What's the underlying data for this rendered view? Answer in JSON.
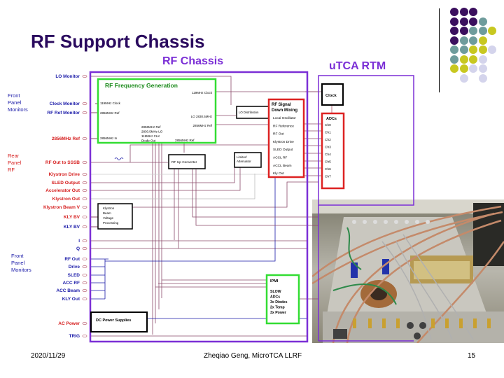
{
  "slide": {
    "title": "RF Support Chassis",
    "footer": {
      "date": "2020/11/29",
      "center": "Zheqiao Geng, MicroTCA LLRF",
      "page": "15"
    }
  },
  "colors": {
    "title": "#2a0a5e",
    "chassis_border": "#7b2fd6",
    "green_block": "#33dd33",
    "red_block": "#dd2222",
    "signal_line": "#8a4a6a",
    "blue_label": "#1a1aa8",
    "red_label": "#d62020"
  },
  "decoration": {
    "dot_grid_rows": [
      [
        "purple",
        "purple",
        "purple"
      ],
      [
        "purple",
        "purple",
        "purple",
        "teal"
      ],
      [
        "purple",
        "purple",
        "teal",
        "teal",
        "yellow"
      ],
      [
        "purple",
        "teal",
        "teal",
        "yellow"
      ],
      [
        "teal",
        "teal",
        "yellow",
        "yellow",
        "lavender"
      ],
      [
        "teal",
        "yellow",
        "yellow",
        "lavender"
      ],
      [
        "yellow",
        "yellow",
        "lavender",
        "lavender"
      ],
      [
        "",
        "lavender",
        "",
        "lavender"
      ]
    ]
  },
  "diagram": {
    "rf_chassis_title": "RF Chassis",
    "utca_title": "uTCA RTM",
    "group_labels": {
      "front_panel_monitors_top": [
        "Front",
        "Panel",
        "Monitors"
      ],
      "rear_panel_rf": [
        "Rear",
        "Panel",
        "RF"
      ],
      "front_panel_monitors_bottom": [
        "Front",
        "Panel",
        "Monitors"
      ]
    },
    "ports": [
      {
        "label": "LO Monitor",
        "color": "blue"
      },
      {
        "label": "Clock Monitor",
        "color": "blue"
      },
      {
        "label": "RF Ref Monitor",
        "color": "blue"
      },
      {
        "label": "2856MHz Ref",
        "color": "red"
      },
      {
        "label": "RF Out to SSSB",
        "color": "red"
      },
      {
        "label": "Klystron Drive",
        "color": "red"
      },
      {
        "label": "SLED Output",
        "color": "red"
      },
      {
        "label": "Accelerator Out",
        "color": "red"
      },
      {
        "label": "Klystron Out",
        "color": "red"
      },
      {
        "label": "Klystron Beam V",
        "color": "red"
      },
      {
        "label": "KLY BV",
        "color": "red"
      },
      {
        "label": "KLY BV",
        "color": "blue"
      },
      {
        "label": "I",
        "color": "blue"
      },
      {
        "label": "Q",
        "color": "blue"
      },
      {
        "label": "RF Out",
        "color": "blue"
      },
      {
        "label": "Drive",
        "color": "blue"
      },
      {
        "label": "SLED",
        "color": "blue"
      },
      {
        "label": "ACC RF",
        "color": "blue"
      },
      {
        "label": "ACC Beam",
        "color": "blue"
      },
      {
        "label": "KLY Out",
        "color": "blue"
      },
      {
        "label": "AC Power",
        "color": "red"
      },
      {
        "label": "TRIG",
        "color": "blue"
      }
    ],
    "rf_freq_gen": {
      "title": "RF Frequency Generation",
      "inputs": [
        "119MHz Clock",
        "2856MHz Ref",
        "2856MHz In"
      ],
      "outputs_right": [
        "119MHz Clock",
        "LO 2830.5MHz",
        "2856MHz Ref"
      ],
      "outputs_bottom": [
        "2856MHz Ref",
        "2830.5MHz LO",
        "119MHz CLK",
        "Diode Out"
      ],
      "output_bottom_right": "2856MHz Ref"
    },
    "lo_distribution": "LO Distribution",
    "rf_down_mixing": {
      "title_line1": "RF Signal",
      "title_line2": "Down Mixing",
      "items": [
        "Local Oscillator",
        "RF Reference",
        "RF Out",
        "Klystron Drive",
        "SLED Output",
        "ACCL RF",
        "ACCL Beam",
        "Kly Out"
      ]
    },
    "rf_up_converter": "RF Up Converter",
    "limiter_attenuator": [
      "Limiter/",
      "Attenuator"
    ],
    "klystron_bv_processing": [
      "Klystron",
      "Beam",
      "Voltage",
      "Processing"
    ],
    "ipmi_block": {
      "title": "IPMI",
      "items": [
        "SLOW",
        "ADCs",
        "3x Diodes",
        "2x Temp",
        "3x Power"
      ]
    },
    "dc_power_supplies": "DC Power Supplies",
    "utca_clock": "Clock",
    "adcs": {
      "title": "ADCs",
      "channels": [
        "Ch0",
        "Ch1",
        "Ch2",
        "Ch3",
        "Ch4",
        "Ch5",
        "Ch6",
        "Ch7"
      ]
    }
  },
  "photo": {
    "description": "Photo of RF support chassis interior with coaxial cables and connectors"
  }
}
